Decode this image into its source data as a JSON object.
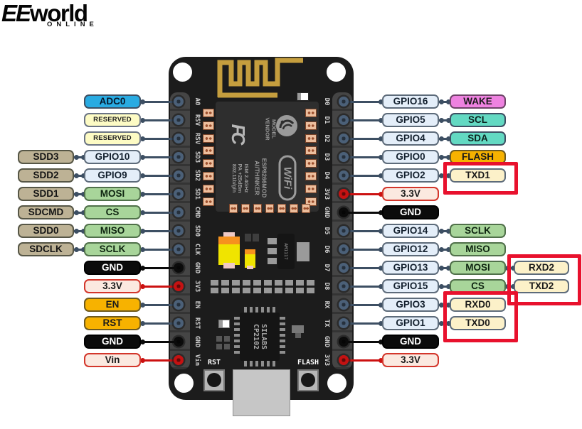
{
  "logo": {
    "ee": "EE",
    "world": "world",
    "online": "ONLINE"
  },
  "board": {
    "silkscreen_left": [
      "A0",
      "RSV",
      "RSV",
      "SD3",
      "SD2",
      "SD1",
      "CMD",
      "SD0",
      "CLK",
      "GND",
      "3V3",
      "EN",
      "RST",
      "GND",
      "Vin"
    ],
    "silkscreen_right": [
      "D0",
      "D1",
      "D2",
      "D3",
      "D4",
      "3V3",
      "GND",
      "D5",
      "D6",
      "D7",
      "D8",
      "RX",
      "TX",
      "GND",
      "3V3"
    ],
    "module": {
      "fcc_mark": "FC",
      "label_model": "MODEL",
      "label_vendor": "VENDOR",
      "chip_name": "ESP8266MOD",
      "maker": "AI/THINKER",
      "spec_ism": "ISM 2.4GHz",
      "spec_pa": "PA +25dBm",
      "spec_std": "802.11b/g/n",
      "wifi_badge": "WiFi"
    },
    "serial_chip": {
      "line1": "SILABS",
      "line2": "CP2102"
    },
    "regulator_label": "AM1117",
    "button_rst": "RST",
    "button_flash": "FLASH"
  },
  "left_pins": [
    {
      "col_b": {
        "text": "ADC0",
        "type": "adc"
      },
      "wire": "signal"
    },
    {
      "col_b": {
        "text": "RESERVED",
        "type": "reserved"
      },
      "wire": "signal"
    },
    {
      "col_b": {
        "text": "RESERVED",
        "type": "reserved"
      },
      "wire": "signal"
    },
    {
      "col_a": {
        "text": "SDD3",
        "type": "sdio"
      },
      "col_b": {
        "text": "GPIO10",
        "type": "gpio"
      },
      "wire": "signal"
    },
    {
      "col_a": {
        "text": "SDD2",
        "type": "sdio"
      },
      "col_b": {
        "text": "GPIO9",
        "type": "gpio"
      },
      "wire": "signal"
    },
    {
      "col_a": {
        "text": "SDD1",
        "type": "sdio"
      },
      "col_b": {
        "text": "MOSI",
        "type": "spi"
      },
      "wire": "signal"
    },
    {
      "col_a": {
        "text": "SDCMD",
        "type": "sdio"
      },
      "col_b": {
        "text": "CS",
        "type": "spi"
      },
      "wire": "signal"
    },
    {
      "col_a": {
        "text": "SDD0",
        "type": "sdio"
      },
      "col_b": {
        "text": "MISO",
        "type": "spi"
      },
      "wire": "signal"
    },
    {
      "col_a": {
        "text": "SDCLK",
        "type": "sdio"
      },
      "col_b": {
        "text": "SCLK",
        "type": "spi"
      },
      "wire": "signal"
    },
    {
      "col_b": {
        "text": "GND",
        "type": "gnd"
      },
      "wire": "ground"
    },
    {
      "col_b": {
        "text": "3.3V",
        "type": "power"
      },
      "wire": "power"
    },
    {
      "col_b": {
        "text": "EN",
        "type": "ctrl"
      },
      "wire": "signal"
    },
    {
      "col_b": {
        "text": "RST",
        "type": "ctrl"
      },
      "wire": "signal"
    },
    {
      "col_b": {
        "text": "GND",
        "type": "gnd"
      },
      "wire": "ground"
    },
    {
      "col_b": {
        "text": "Vin",
        "type": "power"
      },
      "wire": "power"
    }
  ],
  "right_pins": [
    {
      "col_a": {
        "text": "GPIO16",
        "type": "gpio"
      },
      "col_b": {
        "text": "WAKE",
        "type": "wake"
      },
      "wire": "signal"
    },
    {
      "col_a": {
        "text": "GPIO5",
        "type": "gpio"
      },
      "col_b": {
        "text": "SCL",
        "type": "i2c"
      },
      "wire": "signal"
    },
    {
      "col_a": {
        "text": "GPIO4",
        "type": "gpio"
      },
      "col_b": {
        "text": "SDA",
        "type": "i2c"
      },
      "wire": "signal"
    },
    {
      "col_a": {
        "text": "GPIO0",
        "type": "gpio"
      },
      "col_b": {
        "text": "FLASH",
        "type": "ctrl"
      },
      "wire": "signal"
    },
    {
      "col_a": {
        "text": "GPIO2",
        "type": "gpio"
      },
      "col_b": {
        "text": "TXD1",
        "type": "uart"
      },
      "wire": "signal"
    },
    {
      "col_a": {
        "text": "3.3V",
        "type": "power"
      },
      "wire": "power"
    },
    {
      "col_a": {
        "text": "GND",
        "type": "gnd"
      },
      "wire": "ground"
    },
    {
      "col_a": {
        "text": "GPIO14",
        "type": "gpio"
      },
      "col_b": {
        "text": "SCLK",
        "type": "spi"
      },
      "wire": "signal"
    },
    {
      "col_a": {
        "text": "GPIO12",
        "type": "gpio"
      },
      "col_b": {
        "text": "MISO",
        "type": "spi"
      },
      "wire": "signal"
    },
    {
      "col_a": {
        "text": "GPIO13",
        "type": "gpio"
      },
      "col_b": {
        "text": "MOSI",
        "type": "spi"
      },
      "col_c": {
        "text": "RXD2",
        "type": "uart"
      },
      "wire": "signal"
    },
    {
      "col_a": {
        "text": "GPIO15",
        "type": "gpio"
      },
      "col_b": {
        "text": "CS",
        "type": "spi"
      },
      "col_c": {
        "text": "TXD2",
        "type": "uart"
      },
      "wire": "signal"
    },
    {
      "col_a": {
        "text": "GPIO3",
        "type": "gpio"
      },
      "col_b": {
        "text": "RXD0",
        "type": "uart"
      },
      "wire": "signal"
    },
    {
      "col_a": {
        "text": "GPIO1",
        "type": "gpio"
      },
      "col_b": {
        "text": "TXD0",
        "type": "uart"
      },
      "wire": "signal"
    },
    {
      "col_a": {
        "text": "GND",
        "type": "gnd"
      },
      "wire": "ground"
    },
    {
      "col_a": {
        "text": "3.3V",
        "type": "power"
      },
      "wire": "power"
    }
  ],
  "highlight_groups": [
    {
      "side": "right",
      "col": "b",
      "from_row": 4,
      "to_row": 4,
      "pins": [
        "TXD1"
      ]
    },
    {
      "side": "right",
      "col": "c",
      "from_row": 9,
      "to_row": 10,
      "pins": [
        "RXD2",
        "TXD2"
      ]
    },
    {
      "side": "right",
      "col": "b",
      "from_row": 11,
      "to_row": 12,
      "pins": [
        "RXD0",
        "TXD0"
      ]
    }
  ],
  "colors": {
    "types": {
      "adc": {
        "bg": "#29abe2",
        "border": "#3d4f63",
        "fg": "#06182b"
      },
      "reserved": {
        "bg": "#fdfbc4",
        "border": "#6b7484",
        "fg": "#222222"
      },
      "sdio": {
        "bg": "#bdb295",
        "border": "#565646",
        "fg": "#141414"
      },
      "gpio": {
        "bg": "#e4eef9",
        "border": "#5d6b7a",
        "fg": "#13202e"
      },
      "spi": {
        "bg": "#a8d59a",
        "border": "#50704a",
        "fg": "#0e2410"
      },
      "gnd": {
        "bg": "#0b0b0b",
        "border": "#000000",
        "fg": "#ffffff"
      },
      "power": {
        "bg": "#fbe9e0",
        "border": "#d3362b",
        "fg": "#1a1a1a"
      },
      "ctrl": {
        "bg": "#f7b200",
        "border": "#6e5a1e",
        "fg": "#1a1a1a"
      },
      "wake": {
        "bg": "#ee82e0",
        "border": "#6e4468",
        "fg": "#1a1a1a"
      },
      "i2c": {
        "bg": "#63d9c2",
        "border": "#3d4f63",
        "fg": "#0c2320"
      },
      "uart": {
        "bg": "#fcf1c9",
        "border": "#5d6b7a",
        "fg": "#1a1a1a"
      }
    },
    "wires": {
      "signal": "#3d4f63",
      "power": "#cc1111",
      "ground": "#0a0a0a"
    },
    "highlight": "#e8112d",
    "board": "#1c1c1c",
    "antenna": "#c59e3e"
  }
}
